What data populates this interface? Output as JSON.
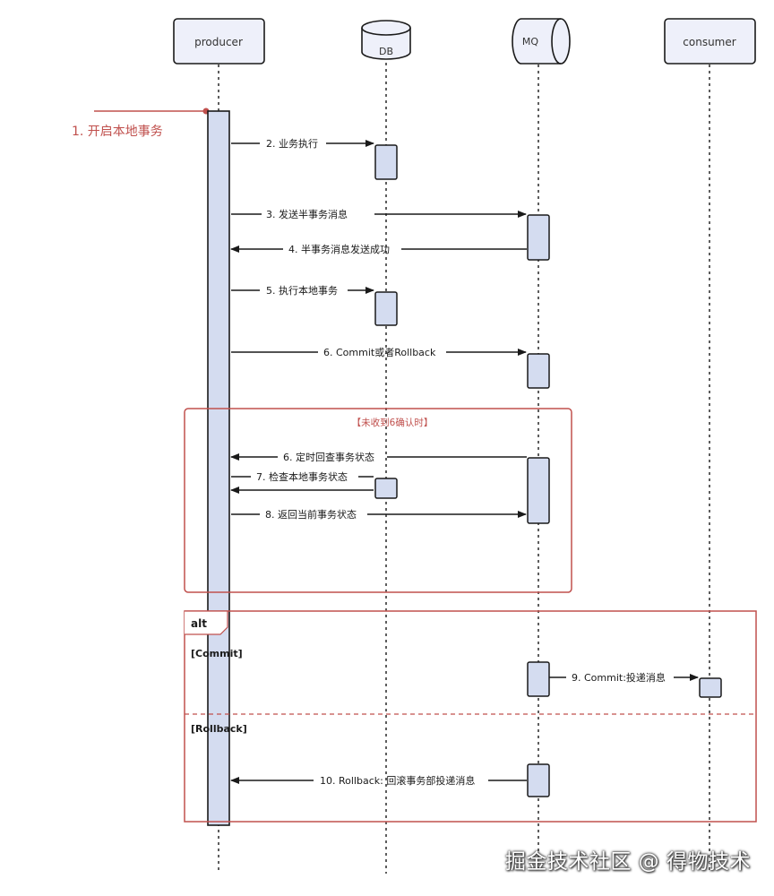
{
  "participants": {
    "producer": "producer",
    "db": "DB",
    "mq": "MQ",
    "consumer": "consumer"
  },
  "annotations": {
    "start_local_tx": "1. 开启本地事务"
  },
  "messages": {
    "m2": "2. 业务执行",
    "m3": "3. 发送半事务消息",
    "m4": "4. 半事务消息发送成功",
    "m5": "5. 执行本地事务",
    "m6": "6. Commit或者Rollback",
    "m6b": "6. 定时回查事务状态",
    "m7": "7. 检查本地事务状态",
    "m8": "8. 返回当前事务状态",
    "m9": "9. Commit:投递消息",
    "m10": "10. Rollback: 回滚事务部投递消息"
  },
  "fragments": {
    "timeout_condition": "【未收到6确认时】",
    "alt_label": "alt",
    "commit_guard": "[Commit]",
    "rollback_guard": "[Rollback]"
  },
  "watermark": "掘金技术社区 @ 得物技术",
  "colors": {
    "activation_fill": "#d4dcf0",
    "participant_fill": "#eef0fa",
    "fragment_border": "#c0504d",
    "annotation_text": "#c0504d",
    "line": "#1a1a1a"
  }
}
